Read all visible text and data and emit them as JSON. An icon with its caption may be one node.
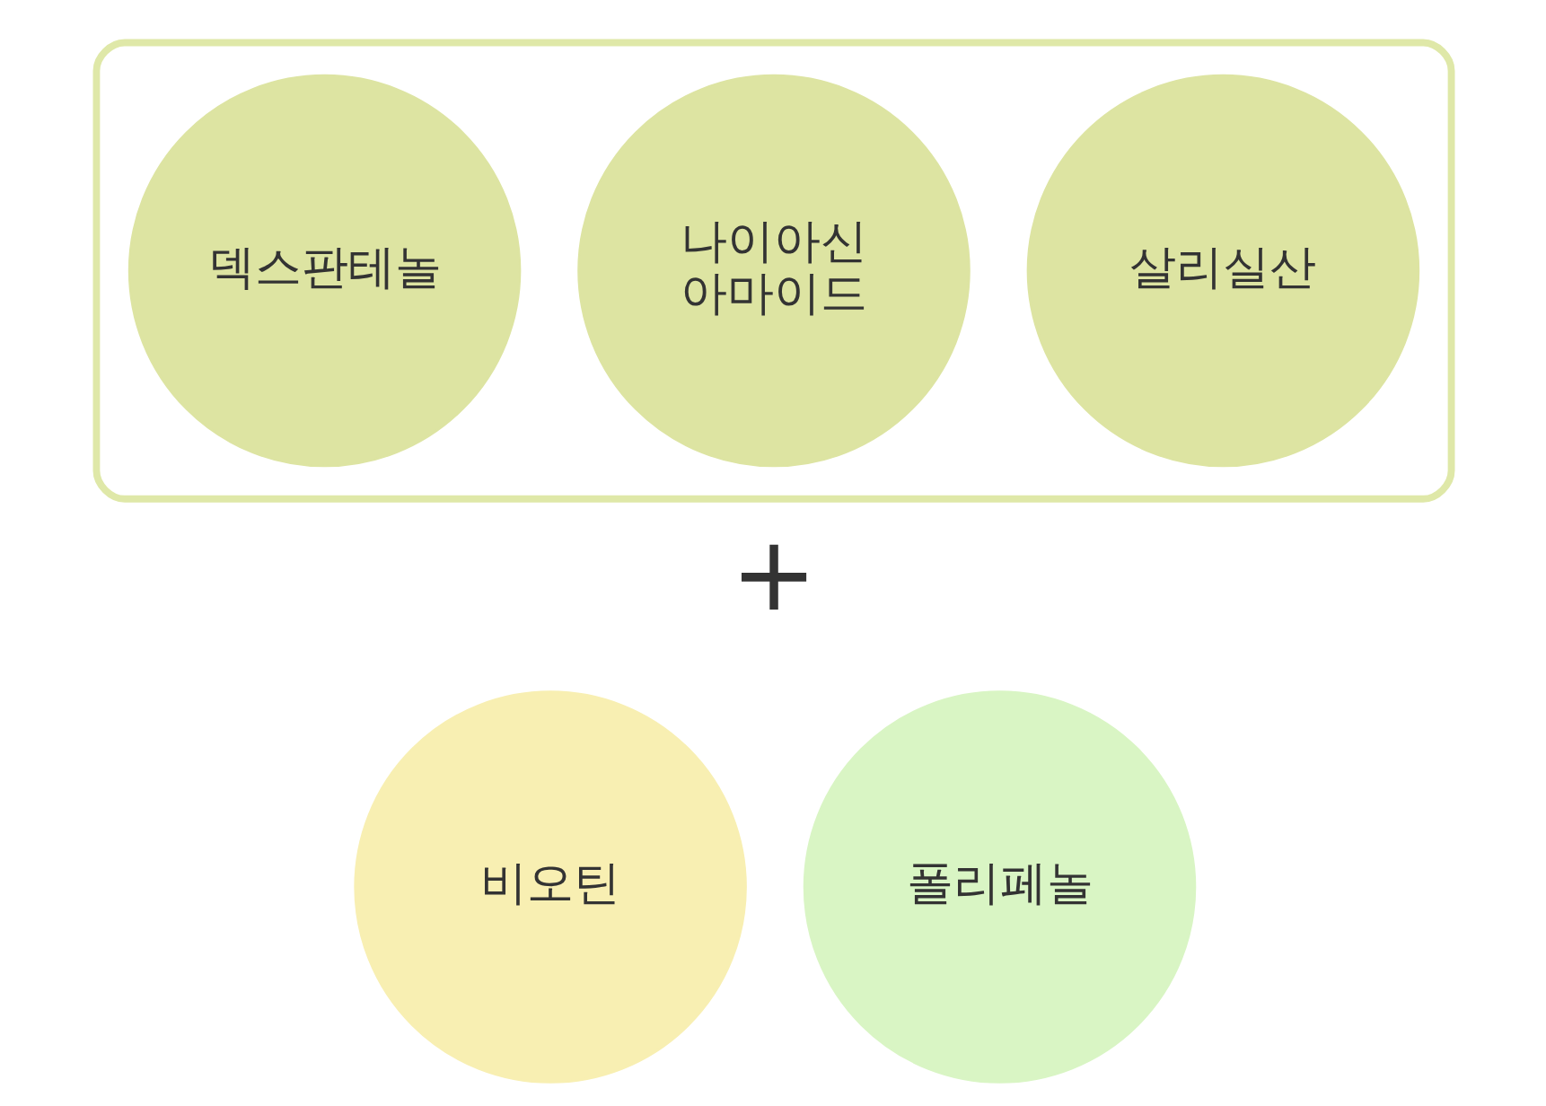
{
  "diagram": {
    "nodes": [
      {
        "text": [],
        "shape": "box"
      },
      {
        "text": [
          "덱스판테놀"
        ],
        "in": 0
      },
      {
        "text": [
          "나이아신아마이드"
        ],
        "in": 0
      },
      {
        "text": [
          "살리실산"
        ],
        "in": 0
      },
      {
        "text": [
          "비오틴"
        ]
      },
      {
        "text": [
          "폴리페놀"
        ]
      }
    ],
    "edges": [],
    "labels": [
      "+"
    ]
  }
}
